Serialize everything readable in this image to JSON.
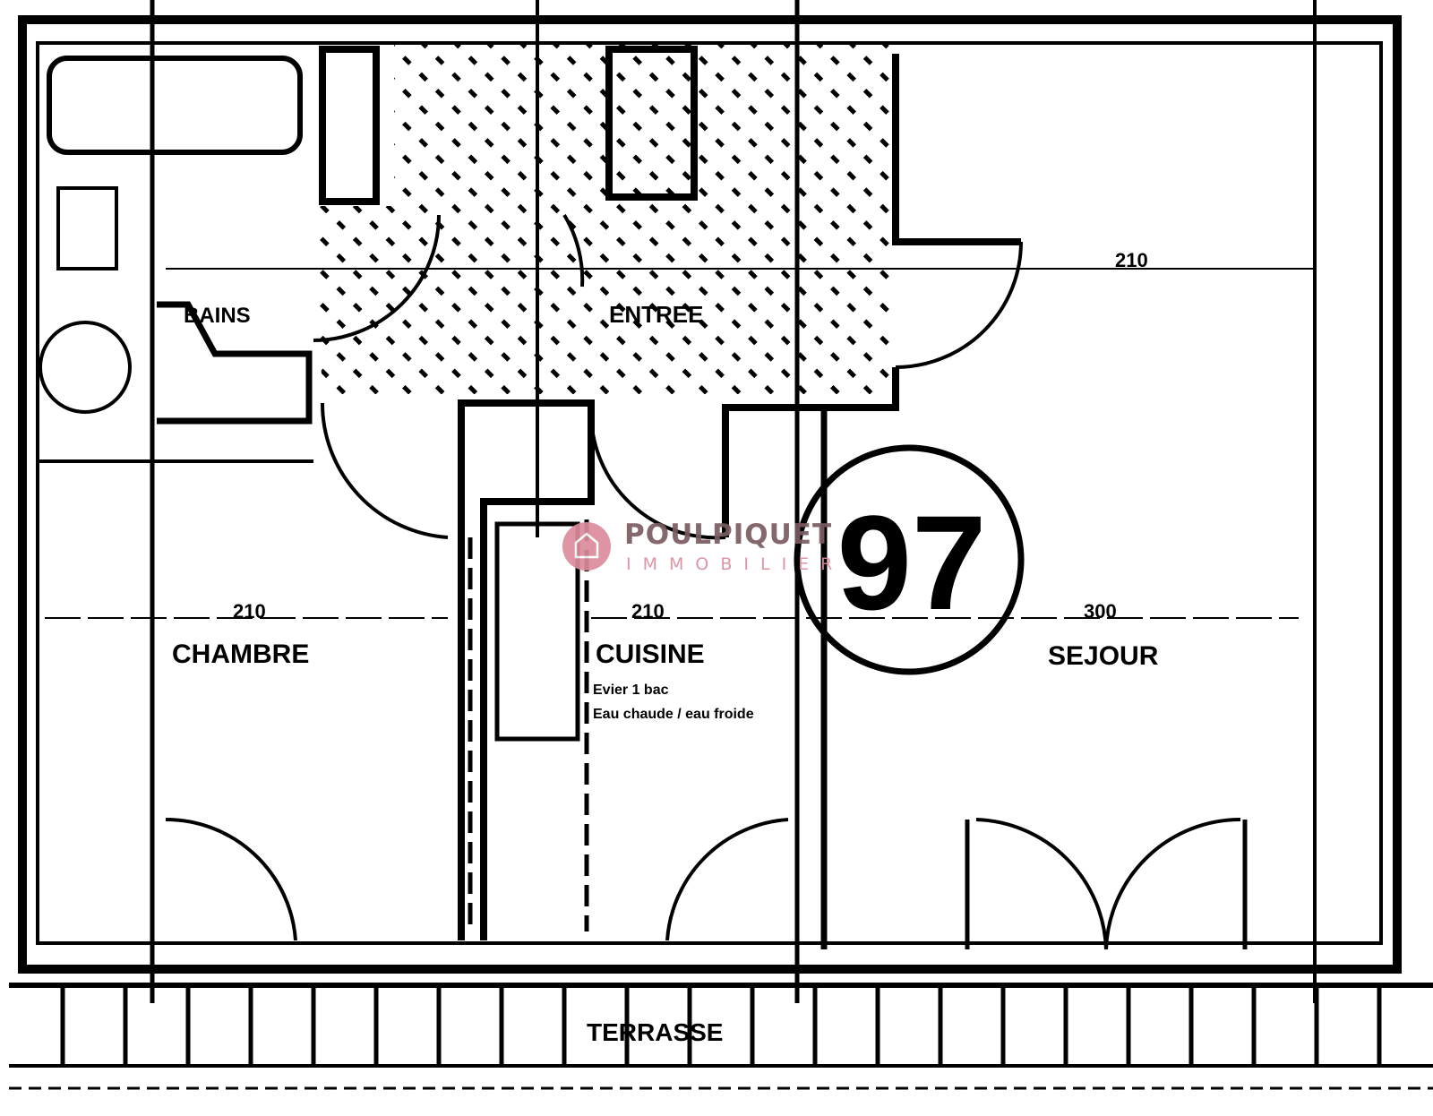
{
  "plan": {
    "lot_number": "97",
    "rooms": {
      "bathroom": "BAINS",
      "entrance": "ENTREE",
      "bedroom": "CHAMBRE",
      "kitchen": "CUISINE",
      "living": "SEJOUR",
      "terrace": "TERRASSE"
    },
    "kitchen_note_1": "Evier 1 bac",
    "kitchen_note_2": "Eau chaude / eau froide",
    "dimensions": {
      "bedroom_height": "210",
      "kitchen_height": "210",
      "living_height": "300",
      "entrance_height": "210"
    }
  },
  "watermark": {
    "brand": "POULPIQUET",
    "tagline": "IMMOBILIER",
    "color_brand": "#7a5c60",
    "color_accent": "#dc8c9c"
  }
}
